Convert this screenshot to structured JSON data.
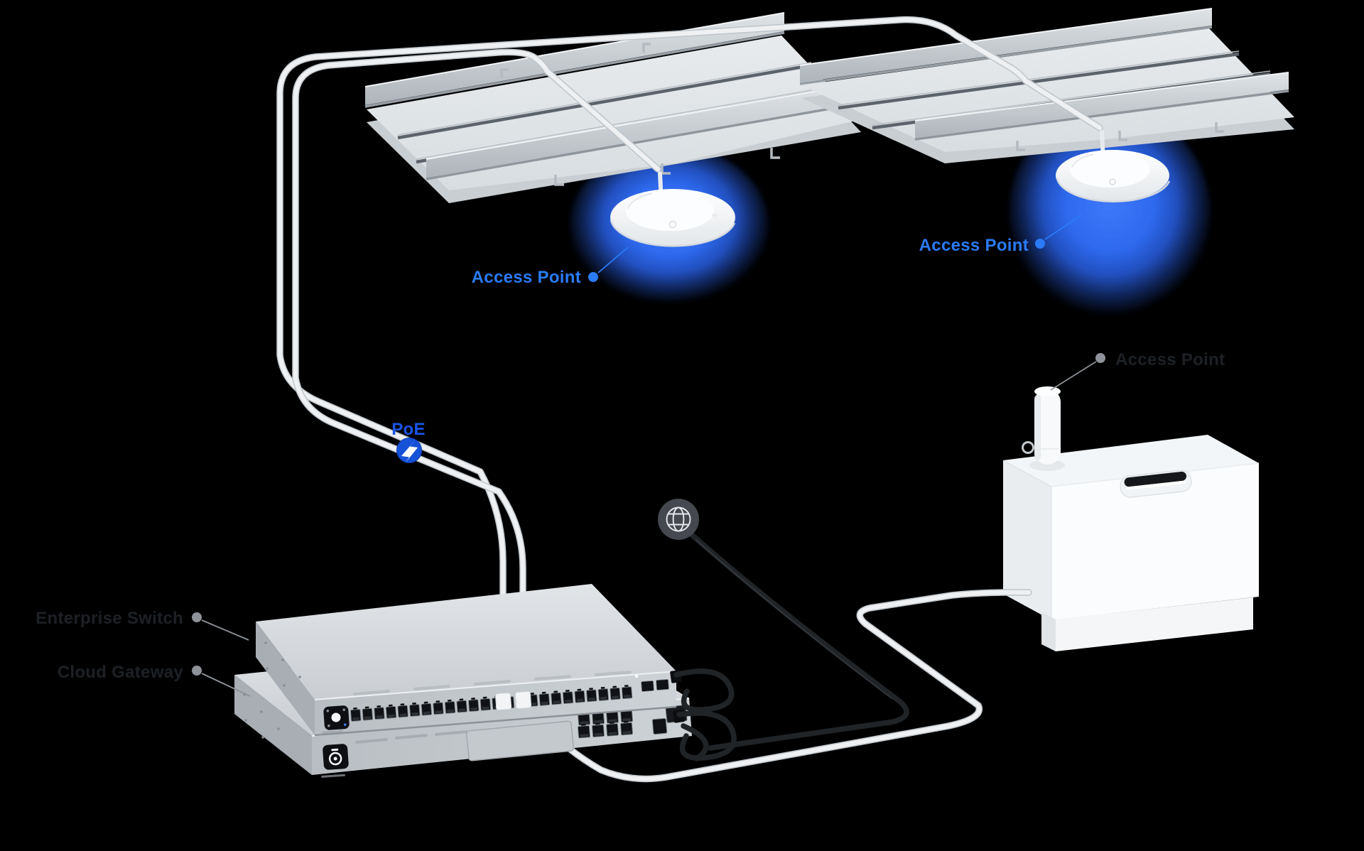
{
  "scene": {
    "background": "#000000"
  },
  "labels": {
    "access_point_left": "Access Point",
    "access_point_right": "Access Point",
    "access_point_box": "Access Point",
    "poe": "PoE",
    "enterprise_switch": "Enterprise Switch",
    "cloud_gateway": "Cloud Gateway"
  },
  "icons": {
    "internet": "globe-icon",
    "poe_power": "lightning-bolt-icon",
    "label_marker": "dot-connector"
  },
  "colors": {
    "label_blue": "#2b7bf7",
    "poe_text_blue": "#1a55e8",
    "poe_badge_blue": "#1652d8",
    "dark_label": "#1d2126",
    "marker_gray": "#8e9399",
    "glow_blue": "#2f6cfa",
    "cable_white": "#eef0f2",
    "cable_black": "#212427"
  },
  "devices": {
    "enterprise_switch": {
      "rj45_ports": 24,
      "sfp_ports": 2
    },
    "cloud_gateway": {
      "rj45_ports": 8,
      "wan_ports": 1
    },
    "ceiling_access_points": 2,
    "antenna_access_points": 1
  }
}
